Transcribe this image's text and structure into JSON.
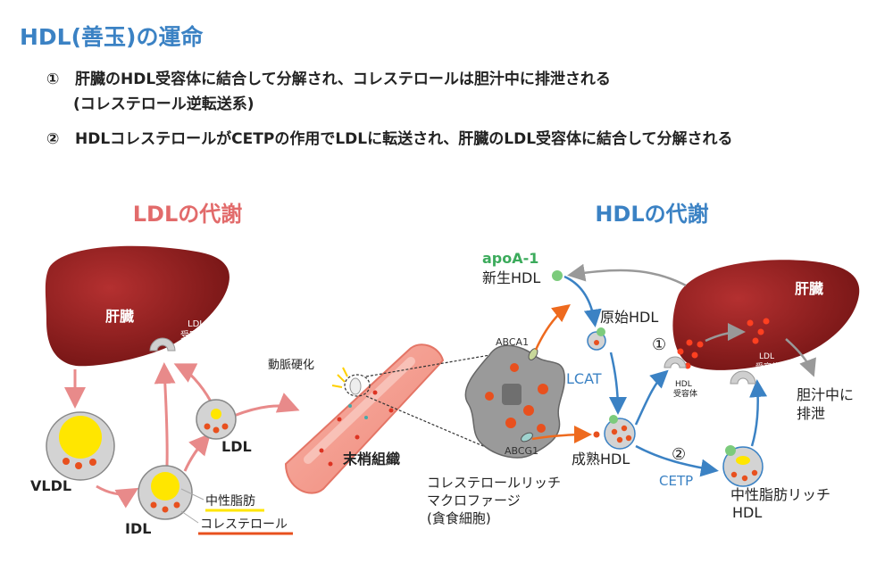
{
  "title": "HDL(善玉)の運命",
  "points": [
    {
      "num": "①",
      "text": "肝臓のHDL受容体に結合して分解され、コレステロールは胆汁中に排泄される",
      "sub": "(コレステロール逆転送系)"
    },
    {
      "num": "②",
      "text": "HDLコレステロールがCETPの作用でLDLに転送され、肝臓のLDL受容体に結合して分解される"
    }
  ],
  "ldl_panel": {
    "heading": "LDLの代謝",
    "liver": "肝臓",
    "receptor": [
      "LDL",
      "受容体"
    ],
    "vldl": "VLDL",
    "idl": "IDL",
    "ldl": "LDL",
    "legend_tg": "中性脂肪",
    "legend_chol": "コレステロール",
    "atherosclerosis": "動脈硬化",
    "peripheral": "末梢組織"
  },
  "hdl_panel": {
    "heading": "HDLの代謝",
    "apoa1": "apoA-1",
    "nascent": "新生HDL",
    "primitive": "原始HDL",
    "abca1": "ABCA1",
    "abcg1": "ABCG1",
    "lcat": "LCAT",
    "mature": "成熟HDL",
    "cetp": "CETP",
    "circle1": "①",
    "circle2": "②",
    "hdl_receptor": [
      "HDL",
      "受容体"
    ],
    "ldl_receptor": [
      "LDL",
      "受容体"
    ],
    "liver": "肝臓",
    "bile": [
      "胆汁中に",
      "排泄"
    ],
    "tg_rich": [
      "中性脂肪リッチ",
      "HDL"
    ],
    "macrophage": [
      "コレステロールリッチ",
      "マクロファージ",
      "(貪食細胞)"
    ]
  },
  "colors": {
    "title_blue": "#3b82c4",
    "ldl_red": "#e26b6b",
    "liver": "#8b1a1a",
    "cholesterol": "#e8501e",
    "tg": "#ffe600",
    "arrow_blue": "#3b82c4",
    "arrow_orange": "#ee6a1e"
  }
}
